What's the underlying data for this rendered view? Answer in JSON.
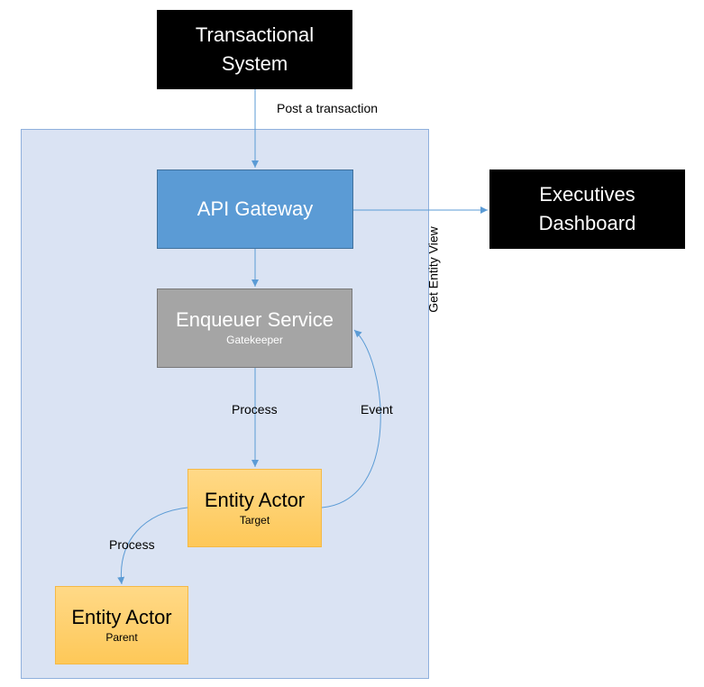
{
  "nodes": {
    "transactional_system": {
      "line1": "Transactional",
      "line2": "System"
    },
    "api_gateway": {
      "title": "API Gateway"
    },
    "executives_dashboard": {
      "line1": "Executives",
      "line2": "Dashboard"
    },
    "enqueuer_service": {
      "title": "Enqueuer Service",
      "subtitle": "Gatekeeper"
    },
    "entity_actor_target": {
      "title": "Entity Actor",
      "subtitle": "Target"
    },
    "entity_actor_parent": {
      "title": "Entity Actor",
      "subtitle": "Parent"
    }
  },
  "edges": {
    "post_transaction": "Post a transaction",
    "get_entity_view": "Get Entity View",
    "process_1": "Process",
    "event": "Event",
    "process_2": "Process"
  },
  "colors": {
    "black_box": "#000000",
    "gateway_blue": "#5b9bd5",
    "enqueuer_gray": "#a5a5a5",
    "actor_yellow": "#ffd987",
    "container_fill": "#dae3f3",
    "arrow_blue": "#5b9bd5"
  }
}
